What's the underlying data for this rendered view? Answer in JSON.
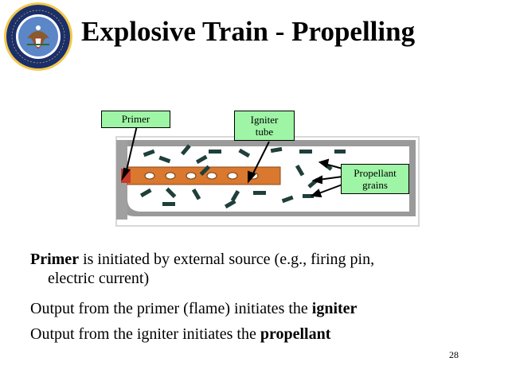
{
  "slide": {
    "title": "Explosive Train - Propelling",
    "seal_text": "DEPARTMENT OF DEFENSE · UNITED STATES OF AMERICA",
    "page_number": "28"
  },
  "diagram": {
    "labels": {
      "primer": "Primer",
      "igniter_tube_line1": "Igniter",
      "igniter_tube_line2": "tube",
      "propellant_line1": "Propellant",
      "propellant_line2": "grains"
    },
    "colors": {
      "label_bg": "#9ff5a6",
      "casing": "#8a8a8a",
      "tube": "#d9782e",
      "grain": "#1f3f3a",
      "primer": "#c83a2a"
    }
  },
  "bullets": [
    {
      "bold": "Primer",
      "rest": " is initiated by external source (e.g., firing pin,",
      "cont": "electric current)"
    },
    {
      "pre": "Output from the primer (flame) initiates the ",
      "bold": "igniter"
    },
    {
      "pre": "Output from the igniter initiates the ",
      "bold": "propellant"
    }
  ]
}
